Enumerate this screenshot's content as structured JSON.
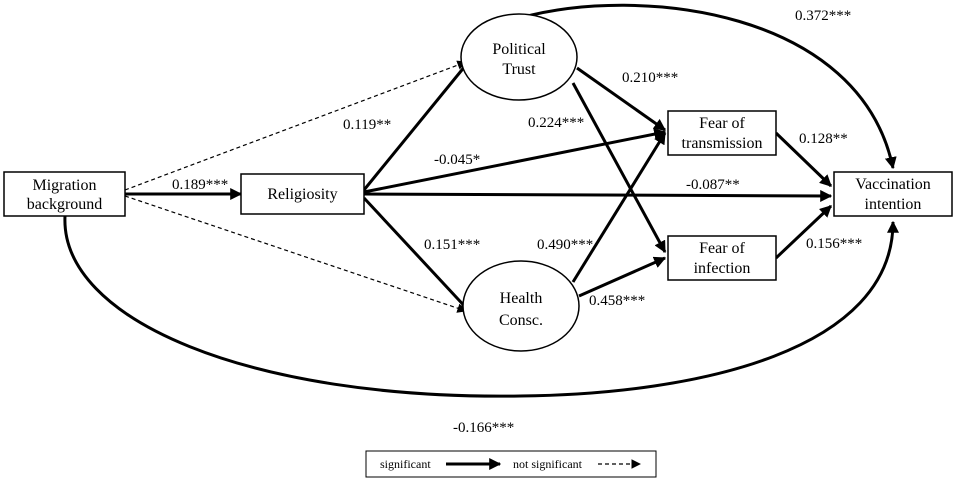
{
  "nodes": {
    "migration": [
      "Migration",
      "background"
    ],
    "religiosity": [
      "Religiosity"
    ],
    "political_trust": [
      "Political",
      "Trust"
    ],
    "health_consc": [
      "Health",
      "Consc."
    ],
    "fear_transmission": [
      "Fear of",
      "transmission"
    ],
    "fear_infection": [
      "Fear of",
      "infection"
    ],
    "vaccination": [
      "Vaccination",
      "intention"
    ]
  },
  "paths": {
    "mig_rel": "0.189***",
    "rel_pt": "0.119**",
    "rel_hc": "0.151***",
    "rel_ft": "-0.045*",
    "rel_vac": "-0.087**",
    "pt_ft": "0.210***",
    "pt_fi": "0.224***",
    "pt_vac": "0.372***",
    "hc_ft": "0.490***",
    "hc_fi": "0.458***",
    "ft_vac": "0.128**",
    "fi_vac": "0.156***",
    "mig_vac": "-0.166***"
  },
  "legend": {
    "significant": "significant",
    "not_significant": "not significant"
  }
}
